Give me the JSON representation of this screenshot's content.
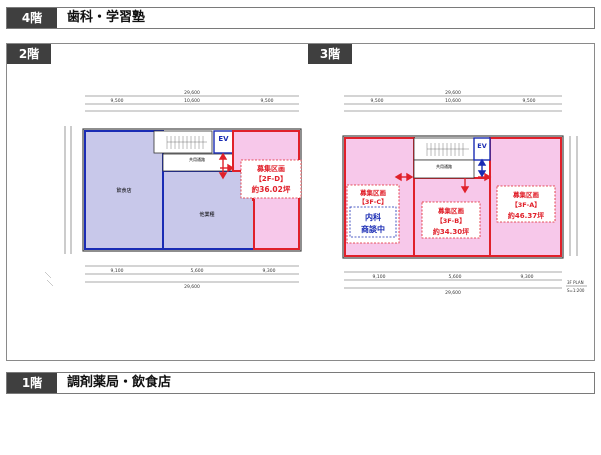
{
  "header_top": {
    "tag": "4階",
    "title": "歯科・学習塾"
  },
  "floor2": {
    "tag": "2階",
    "room_left": "飲食店",
    "room_center": "他業種",
    "corridor": "共用通路",
    "ev": "EV",
    "unit": {
      "line1": "募集区画",
      "line2": "【2F-D】",
      "line3": "約36.02坪"
    },
    "dims_top": [
      "29,600",
      "9,500",
      "10,600",
      "9,500"
    ],
    "dims_bottom": [
      "29,600",
      "9,100",
      "5,600",
      "9,300"
    ]
  },
  "floor3": {
    "tag": "3階",
    "corridor": "共用通路",
    "ev": "EV",
    "unit_c": {
      "line1": "募集区画",
      "line2": "【3F-C】",
      "note1": "内科",
      "note2": "商談中"
    },
    "unit_b": {
      "line1": "募集区画",
      "line2": "【3F-B】",
      "line3": "約34.30坪"
    },
    "unit_a": {
      "line1": "募集区画",
      "line2": "【3F-A】",
      "line3": "約46.37坪"
    },
    "plan_label": "3F PLAN",
    "scale": "S=1:200",
    "dims_top": [
      "29,600",
      "9,500",
      "10,600",
      "9,500"
    ],
    "dims_bottom": [
      "29,600",
      "9,100",
      "5,600",
      "9,300"
    ]
  },
  "header_bottom": {
    "tag": "1階",
    "title": "調剤薬局・飲食店"
  },
  "colors": {
    "red": "#e0202a",
    "blue": "#1a2cb4",
    "pink": "#f7c8ea",
    "lavender": "#c8c8ea",
    "tag_bg": "#3f3f3f"
  }
}
